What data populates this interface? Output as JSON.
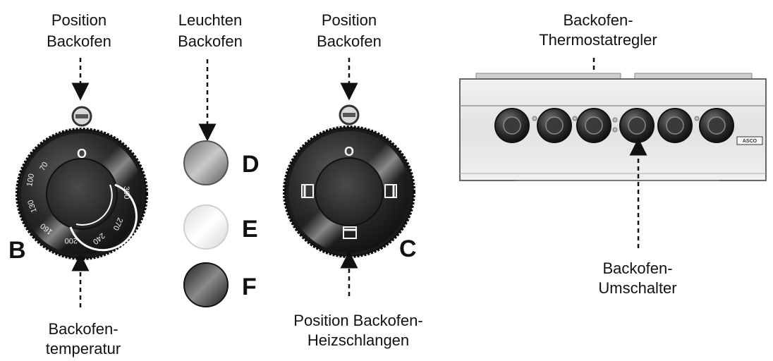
{
  "labels": {
    "b_top": [
      "Position",
      "Backofen"
    ],
    "b_bottom": [
      "Backofen-",
      "temperatur"
    ],
    "lights_top": [
      "Leuchten",
      "Backofen"
    ],
    "c_top": [
      "Position",
      "Backofen"
    ],
    "c_bottom": [
      "Position Backofen-",
      "Heizschlangen"
    ],
    "thermostat": [
      "Backofen-",
      "Thermostatregler"
    ],
    "switch": [
      "Backofen-",
      "Umschalter"
    ]
  },
  "letters": {
    "b": "B",
    "c": "C",
    "d": "D",
    "e": "E",
    "f": "F"
  },
  "dial_b": {
    "off_mark": "O",
    "ticks": [
      "70",
      "100",
      "130",
      "160",
      "200",
      "240",
      "270",
      "300"
    ]
  },
  "dial_c": {
    "off_mark": "O"
  },
  "panel": {
    "brand": "ASCO",
    "knob_count": 6
  },
  "colors": {
    "dial": "#2a2a2a",
    "light_d": "#8a8a8a",
    "light_e": "#f4f4f4",
    "light_f": "#2e2e2e",
    "panel": "#e6e6e6"
  }
}
